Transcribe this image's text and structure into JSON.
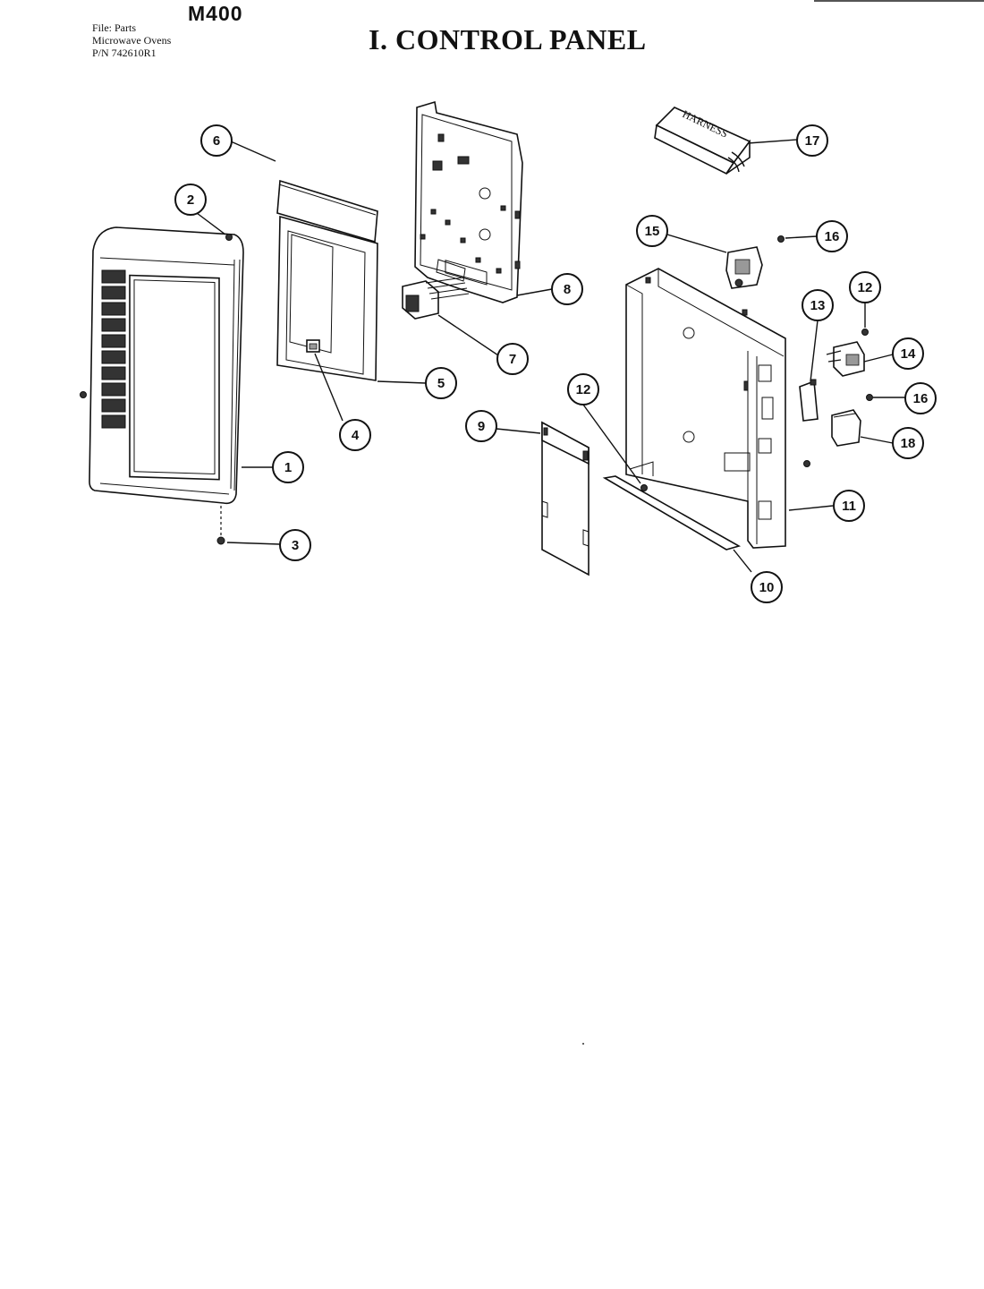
{
  "header": {
    "model": "M400",
    "file_lines": [
      "File: Parts",
      "Microwave Ovens",
      "P/N 742610R1"
    ],
    "title": "I. CONTROL PANEL"
  },
  "harness_label": "HARNESS",
  "callouts": [
    "1",
    "2",
    "3",
    "4",
    "5",
    "6",
    "7",
    "8",
    "9",
    "10",
    "11",
    "12",
    "12",
    "13",
    "14",
    "15",
    "16",
    "16",
    "17",
    "18"
  ]
}
